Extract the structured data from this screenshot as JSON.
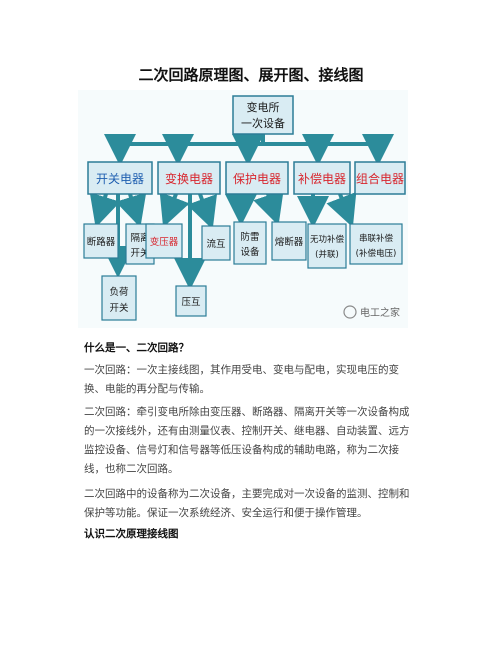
{
  "document": {
    "title": "二次回路原理图、展开图、接线图",
    "q_heading": "什么是一、二次回路？",
    "para1": "一次回路：一次主接线图，其作用受电、变电与配电，实现电压的变换、电能的再分配与传输。",
    "para2": "二次回路：牵引变电所除由变压器、断路器、隔离开关等一次设备构成的一次接线外，还有由测量仪表、控制开关、继电器、自动装置、远方监控设备、信号灯和信号器等低压设备构成的辅助电路，称为二次接线，也称二次回路。",
    "para3": "二次回路中的设备称为二次设备，主要完成对一次设备的监测、控制和保护等功能。保证一次系统经济、安全运行和便于操作管理。",
    "section2_heading": "认识二次原理接线图"
  },
  "diagram": {
    "root": [
      "变电所",
      "一次设备"
    ],
    "categories": [
      "开关电器",
      "变换电器",
      "保护电器",
      "补偿电器",
      "组合电器"
    ],
    "leaves": {
      "duanluqi": "断路器",
      "geli": [
        "隔离",
        "开关"
      ],
      "fuhe": [
        "负荷",
        "开关"
      ],
      "bianyaqi": "变压器",
      "yahu": "压互",
      "liuhu": "流互",
      "fanglei": [
        "防雷",
        "设备"
      ],
      "rongduanqi": "熔断器",
      "wugong": [
        "无功补偿",
        "(并联)"
      ],
      "chuanlian": [
        "串联补偿",
        "(补偿电压)"
      ]
    },
    "watermark": "电工之家",
    "colors": {
      "box_fill": "#d9ecf3",
      "box_border": "#2c7d97",
      "connector": "#2c8c9b",
      "category_text": "#1f5fb0",
      "highlight_text": "#d8262e",
      "leaf_text": "#1a1a1a"
    }
  }
}
